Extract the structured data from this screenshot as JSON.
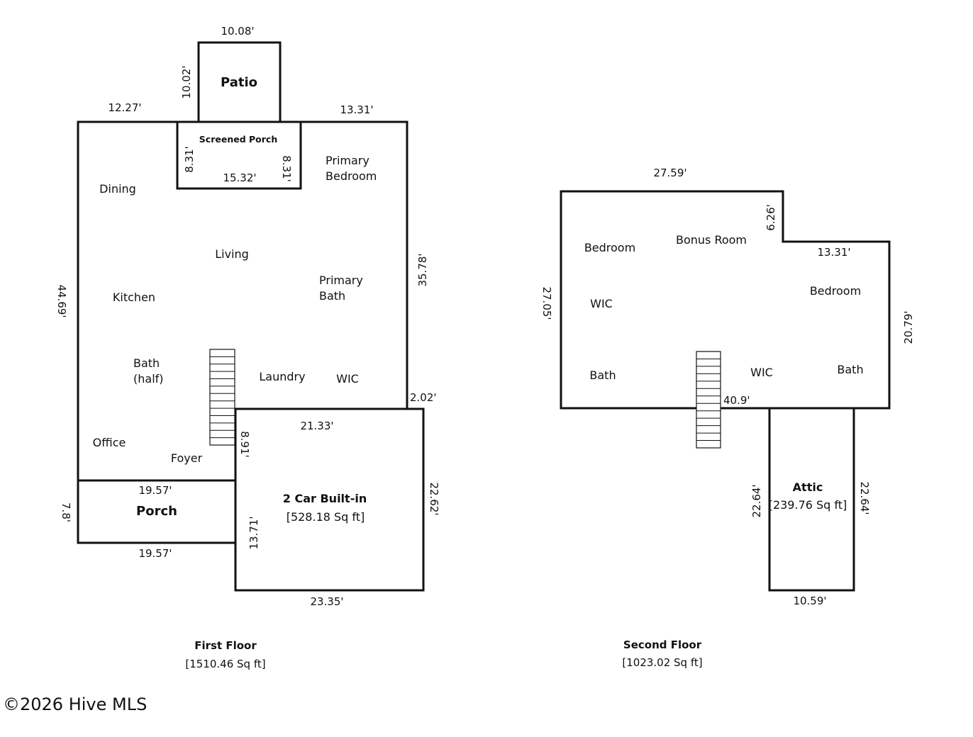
{
  "first_floor": {
    "title": "First Floor",
    "area": "[1510.46 Sq ft]",
    "patio": {
      "label": "Patio",
      "dim_top": "10.08'",
      "dim_left": "10.02'"
    },
    "screened_porch": {
      "label": "Screened Porch",
      "dim_bottom": "15.32'",
      "dim_left": "8.31'",
      "dim_right": "8.31'"
    },
    "dims": {
      "top_left": "12.27'",
      "top_right": "13.31'",
      "left": "44.69'",
      "right": "35.78'",
      "step_right": "2.02'",
      "stair_side": "8.91'"
    },
    "rooms": {
      "dining": "Dining",
      "primary_bedroom_line1": "Primary",
      "primary_bedroom_line2": "Bedroom",
      "living": "Living",
      "kitchen": "Kitchen",
      "primary_bath_line1": "Primary",
      "primary_bath_line2": "Bath",
      "half_bath_line1": "Bath",
      "half_bath_line2": "(half)",
      "laundry": "Laundry",
      "wic": "WIC",
      "office": "Office",
      "foyer": "Foyer"
    },
    "porch": {
      "label": "Porch",
      "dim_top": "19.57'",
      "dim_bottom": "19.57'",
      "dim_left": "7.8'"
    },
    "garage": {
      "label": "2 Car Built-in",
      "area": "[528.18 Sq ft]",
      "dim_top": "21.33'",
      "dim_bottom": "23.35'",
      "dim_left": "13.71'",
      "dim_right": "22.62'"
    }
  },
  "second_floor": {
    "title": "Second Floor",
    "area": "[1023.02 Sq ft]",
    "dims": {
      "top": "27.59'",
      "notch": "6.26'",
      "step_top": "13.31'",
      "left": "27.05'",
      "right": "20.79'",
      "bottom": "40.9'"
    },
    "rooms": {
      "bedroom_left": "Bedroom",
      "bonus_room": "Bonus Room",
      "bedroom_right": "Bedroom",
      "wic_left": "WIC",
      "bath_left": "Bath",
      "wic_center": "WIC",
      "bath_right": "Bath"
    },
    "attic": {
      "label": "Attic",
      "area": "[239.76 Sq ft]",
      "dim_left": "22.64'",
      "dim_right": "22.64'",
      "dim_bottom": "10.59'"
    }
  },
  "copyright": "©2026 Hive MLS"
}
